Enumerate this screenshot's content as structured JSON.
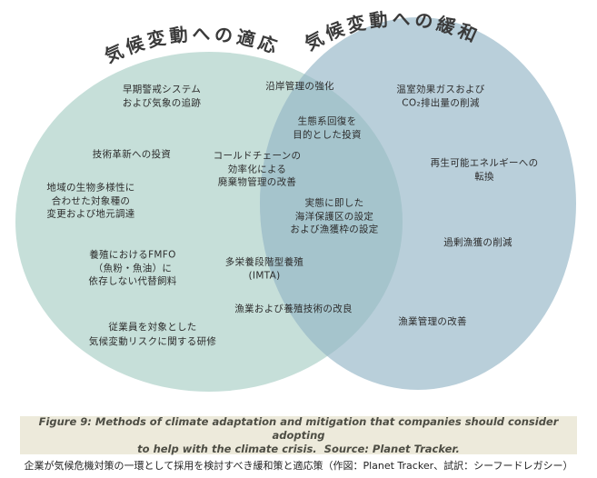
{
  "venn": {
    "left_title": "気候変動への適応",
    "right_title": "気候変動への緩和",
    "colors": {
      "left_circle": "#c6dfd9",
      "right_circle": "#b9cfda",
      "overlap": "#a5c4cc",
      "caption_bg": "#edeadb",
      "caption_text": "#4d4d44",
      "title_text": "#3a3a3a",
      "label_text": "#2d2d2d"
    },
    "left_items": [
      {
        "text": "早期警戒システム\nおよび気象の追跡"
      },
      {
        "text": "技術革新への投資"
      },
      {
        "text": "地域の生物多様性に\n合わせた対象種の\n変更および地元調達"
      },
      {
        "text": "養殖におけるFMFO\n（魚粉・魚油）に\n依存しない代替飼料"
      },
      {
        "text": "従業員を対象とした\n気候変動リスクに関する研修"
      }
    ],
    "overlap_items": [
      {
        "text": "沿岸管理の強化"
      },
      {
        "text": "生態系回復を\n目的とした投資"
      },
      {
        "text": "コールドチェーンの\n効率化による\n廃棄物管理の改善"
      },
      {
        "text": "実態に即した\n海洋保護区の設定\nおよび漁獲枠の設定"
      },
      {
        "text": "多栄養段階型養殖\n(IMTA)"
      },
      {
        "text": "漁業および養殖技術の改良"
      }
    ],
    "right_items": [
      {
        "text": "温室効果ガスおよび\nCO₂排出量の削減"
      },
      {
        "text": "再生可能エネルギーへの転換"
      },
      {
        "text": "過剰漁獲の削減"
      },
      {
        "text": "漁業管理の改善"
      }
    ]
  },
  "caption": {
    "line1": "Figure 9: Methods of climate adaptation and mitigation that companies should consider adopting",
    "line2": "to help with the climate crisis.  Source: Planet Tracker.",
    "jp": "企業が気候危機対策の一環として採用を検討すべき緩和策と適応策（作図：Planet Tracker、試訳：シーフードレガシー）"
  }
}
